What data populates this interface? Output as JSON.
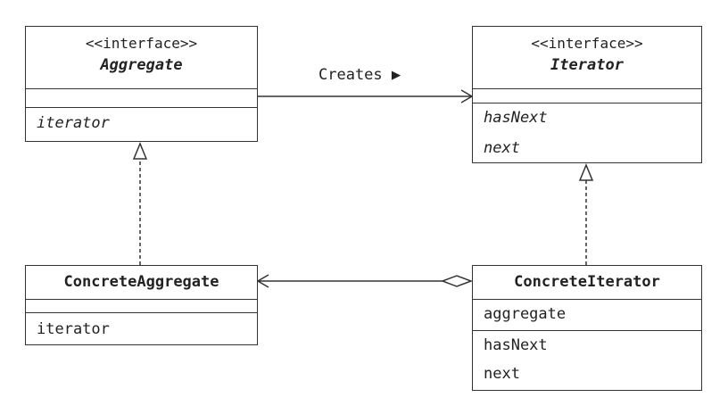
{
  "diagram": {
    "classes": {
      "aggregate": {
        "stereotype": "<<interface>>",
        "name": "Aggregate",
        "attributes": [],
        "methods": [
          "iterator"
        ]
      },
      "iterator": {
        "stereotype": "<<interface>>",
        "name": "Iterator",
        "attributes": [],
        "methods": [
          "hasNext",
          "next"
        ]
      },
      "concrete_aggregate": {
        "name": "ConcreteAggregate",
        "attributes": [],
        "methods": [
          "iterator"
        ]
      },
      "concrete_iterator": {
        "name": "ConcreteIterator",
        "attributes": [
          "aggregate"
        ],
        "methods": [
          "hasNext",
          "next"
        ]
      }
    },
    "relations": {
      "creates_label": "Creates ▶"
    },
    "colors": {
      "line": "#333333",
      "text": "#222222",
      "background": "#ffffff"
    }
  }
}
